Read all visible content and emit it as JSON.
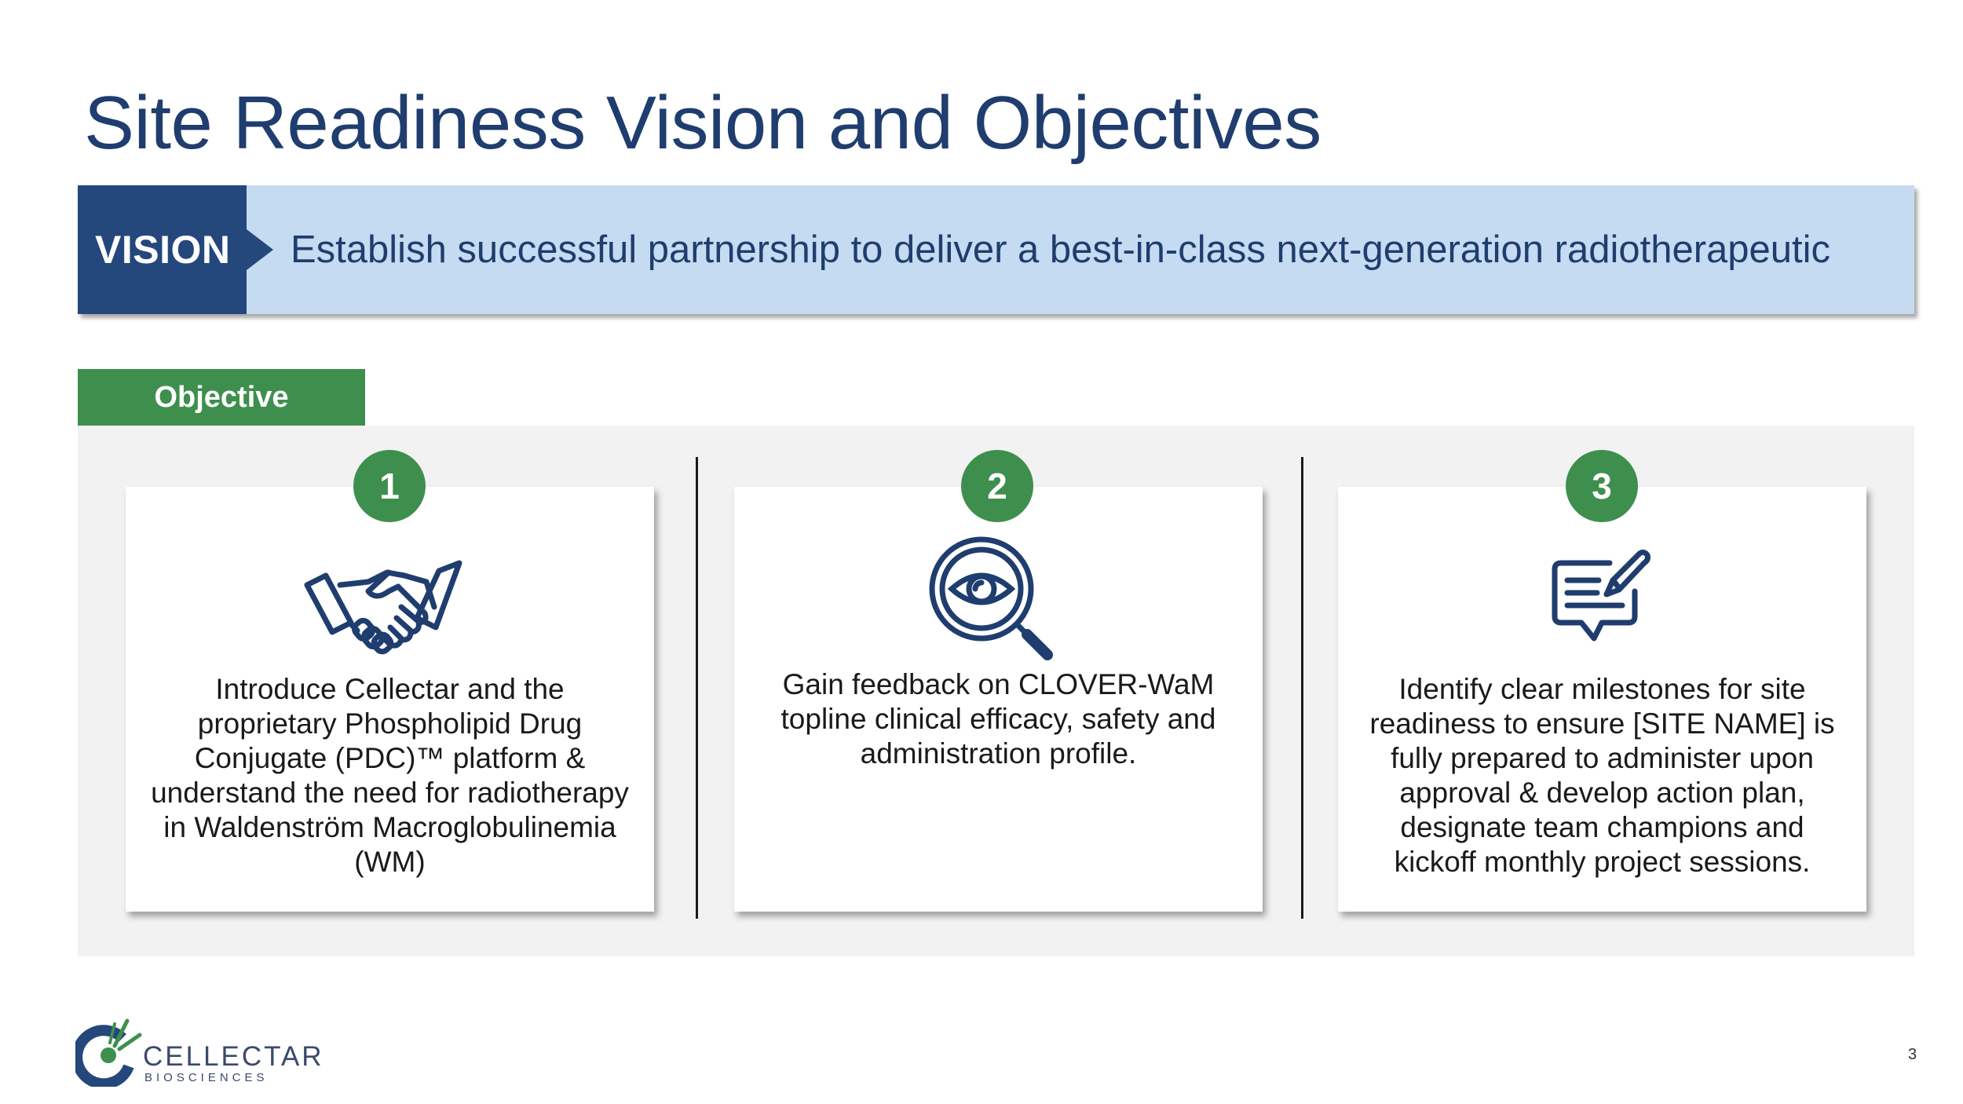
{
  "slide": {
    "title": "Site Readiness Vision and Objectives",
    "page_number": "3"
  },
  "vision": {
    "label": "VISION",
    "text": "Establish successful partnership to deliver a best-in-class next-generation radiotherapeutic"
  },
  "objective": {
    "tab_label": "Objective",
    "items": [
      {
        "number": "1",
        "icon": "handshake-icon",
        "text": "Introduce Cellectar and the proprietary Phospholipid Drug Conjugate (PDC)™ platform & understand the need for radiotherapy in Waldenström Macroglobulinemia (WM)"
      },
      {
        "number": "2",
        "icon": "magnifier-eye-icon",
        "text": "Gain feedback on CLOVER-WaM topline clinical efficacy, safety and administration profile."
      },
      {
        "number": "3",
        "icon": "document-chat-icon",
        "text": "Identify clear milestones for site readiness to ensure [SITE NAME] is fully prepared to administer upon approval & develop action plan, designate team champions and kickoff monthly project sessions."
      }
    ]
  },
  "logo": {
    "name": "CELLECTAR",
    "sub": "BIOSCIENCES"
  },
  "colors": {
    "title": "#1f3d6e",
    "vision_tag": "#24477c",
    "vision_bar": "#c5dbf1",
    "accent_green": "#3e8f4e",
    "panel": "#f2f2f2"
  }
}
